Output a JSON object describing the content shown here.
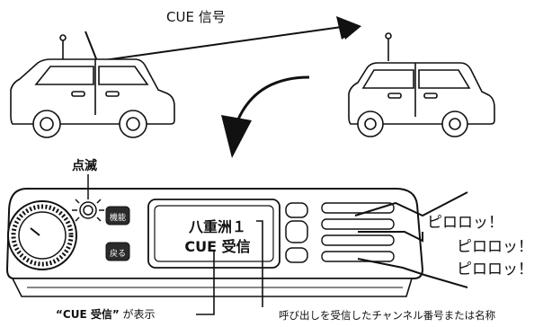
{
  "labels": {
    "cue_signal": "CUE 信号",
    "blink": "点滅",
    "beeps": [
      "ピロロッ！",
      "ピロロッ！",
      "ピロロッ！"
    ],
    "display_line1": "八重洲１",
    "display_line2": "CUE 受信",
    "button_function": "機能",
    "button_back": "戻る",
    "note_display_quote": "“CUE 受信”",
    "note_display_suffix": "が表示",
    "note_channel": "呼び出しを受信したチャンネル番号または名称"
  },
  "icons": {
    "vehicle_left": "car-icon",
    "vehicle_right": "car-icon",
    "radio": "radio-unit-icon",
    "signal_arrow": "arrow-icon",
    "return_arrow": "curved-arrow-icon",
    "sound": "sound-lightning-icon"
  }
}
